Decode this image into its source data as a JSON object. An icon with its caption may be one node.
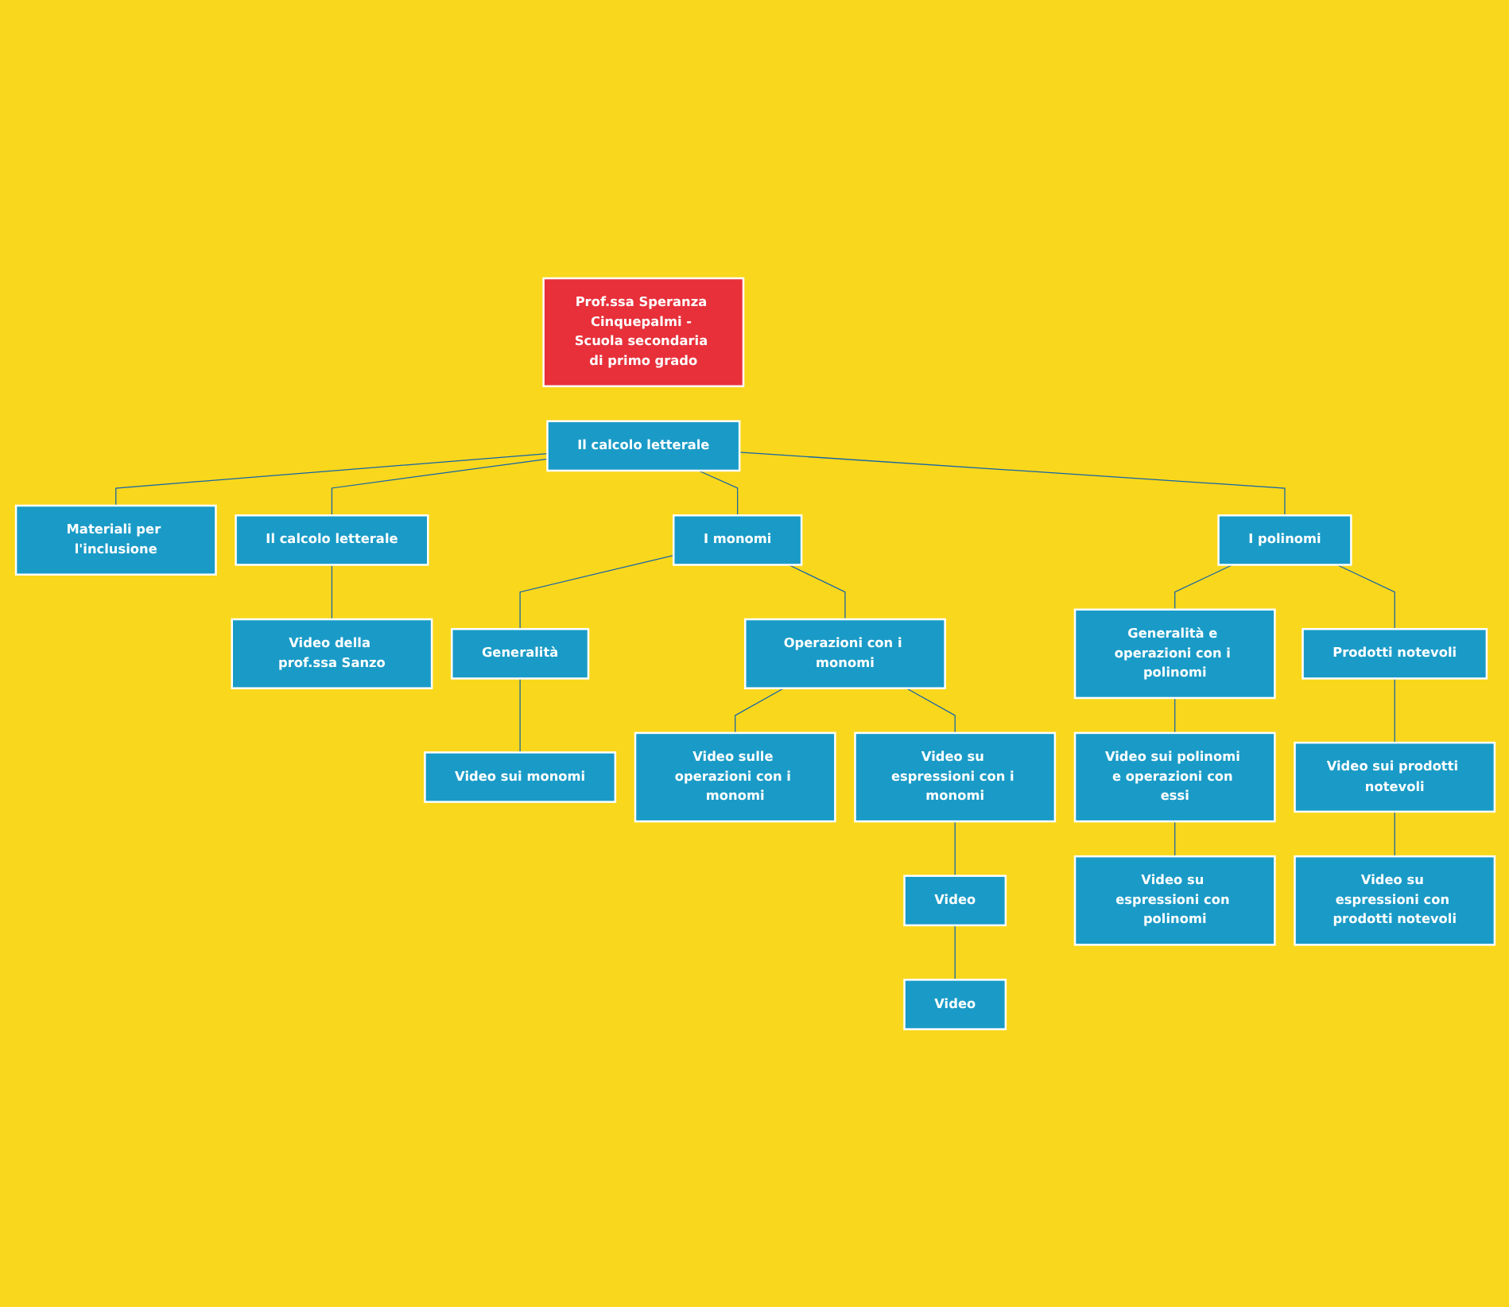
{
  "diagram": {
    "nodes": [
      {
        "text": [
          "Prof.ssa Speranza Cinquepalmi - Scuola secondaria di primo grado"
        ]
      },
      {
        "text": [
          "Il calcolo letterale"
        ]
      },
      {
        "text": [
          "Materiali per l'inclusione"
        ]
      },
      {
        "text": [
          "Il calcolo letterale"
        ]
      },
      {
        "text": [
          "Video della prof.ssa Sanzo"
        ]
      },
      {
        "text": [
          "I monomi"
        ]
      },
      {
        "text": [
          "I polinomi"
        ]
      },
      {
        "text": [
          "Generalità"
        ]
      },
      {
        "text": [
          "Operazioni con i monomi"
        ]
      },
      {
        "text": [
          "Video sui monomi"
        ]
      },
      {
        "text": [
          "Video sulle operazioni con i monomi"
        ]
      },
      {
        "text": [
          "Video su espressioni con i monomi"
        ]
      },
      {
        "text": [
          "Video"
        ]
      },
      {
        "text": [
          "Video"
        ]
      },
      {
        "text": [
          "Generalità e operazioni con i polinomi"
        ]
      },
      {
        "text": [
          "Prodotti notevoli"
        ]
      },
      {
        "text": [
          "Video sui polinomi e operazioni con essi"
        ]
      },
      {
        "text": [
          "Video su espressioni con polinomi"
        ]
      },
      {
        "text": [
          "Video sui prodotti notevoli"
        ]
      },
      {
        "text": [
          "Video su espressioni con prodotti notevoli"
        ]
      }
    ],
    "edges": [
      {
        "from": 1,
        "to": 2,
        "arrow": "none"
      },
      {
        "from": 1,
        "to": 3,
        "arrow": "none"
      },
      {
        "from": 1,
        "to": 5,
        "arrow": "none"
      },
      {
        "from": 1,
        "to": 6,
        "arrow": "none"
      },
      {
        "from": 3,
        "to": 4,
        "arrow": "none"
      },
      {
        "from": 5,
        "to": 7,
        "arrow": "none"
      },
      {
        "from": 5,
        "to": 8,
        "arrow": "none"
      },
      {
        "from": 7,
        "to": 9,
        "arrow": "none"
      },
      {
        "from": 8,
        "to": 10,
        "arrow": "none"
      },
      {
        "from": 8,
        "to": 11,
        "arrow": "none"
      },
      {
        "from": 11,
        "to": 12,
        "arrow": "none"
      },
      {
        "from": 12,
        "to": 13,
        "arrow": "none"
      },
      {
        "from": 6,
        "to": 14,
        "arrow": "none"
      },
      {
        "from": 6,
        "to": 15,
        "arrow": "none"
      },
      {
        "from": 14,
        "to": 16,
        "arrow": "none"
      },
      {
        "from": 16,
        "to": 17,
        "arrow": "none"
      },
      {
        "from": 15,
        "to": 18,
        "arrow": "none"
      },
      {
        "from": 18,
        "to": 19,
        "arrow": "none"
      }
    ]
  }
}
